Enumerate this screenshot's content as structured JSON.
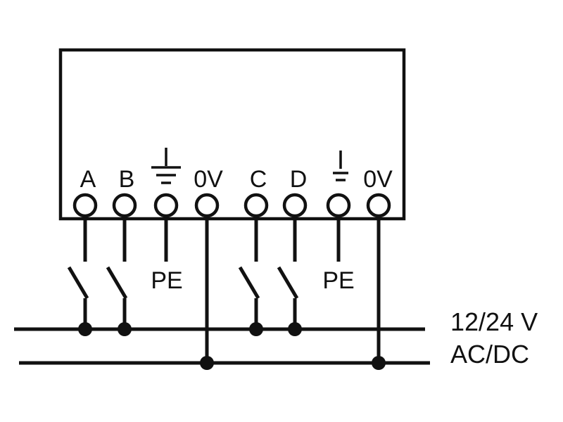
{
  "diagram": {
    "terminals": [
      {
        "id": "A",
        "label": "A",
        "kind": "input"
      },
      {
        "id": "B",
        "label": "B",
        "kind": "input"
      },
      {
        "id": "PE1",
        "label": "",
        "kind": "ground-icon"
      },
      {
        "id": "0V1",
        "label": "0V",
        "kind": "zero-volt"
      },
      {
        "id": "C",
        "label": "C",
        "kind": "input"
      },
      {
        "id": "D",
        "label": "D",
        "kind": "input"
      },
      {
        "id": "PE2",
        "label": "",
        "kind": "ground-icon"
      },
      {
        "id": "0V2",
        "label": "0V",
        "kind": "zero-volt"
      }
    ],
    "pe_labels": [
      "PE",
      "PE"
    ],
    "supply": {
      "line1": "12/24 V",
      "line2": "AC/DC"
    }
  }
}
